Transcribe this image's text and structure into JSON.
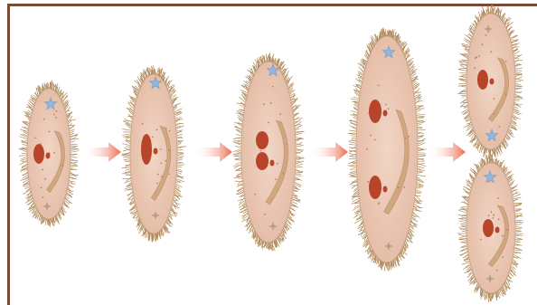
{
  "figure": {
    "subject": "binary-fission-sequence",
    "stages": [
      {
        "name": "stage-1",
        "nuclei": 1,
        "nucleus_state": "resting"
      },
      {
        "name": "stage-2",
        "nuclei": 1,
        "nucleus_state": "elongating"
      },
      {
        "name": "stage-3",
        "nuclei": 1,
        "nucleus_state": "dividing"
      },
      {
        "name": "stage-4",
        "nuclei": 2,
        "nucleus_state": "separated"
      },
      {
        "name": "stage-5",
        "daughter_cells": 2
      }
    ],
    "arrows": 4,
    "colors": {
      "cell_body": "#ebc7b4",
      "cilia": "#b08a5b",
      "macronucleus": "#b8452a",
      "oral_groove": "#cfa47a",
      "vacuole": "#8fb8e0",
      "arrow": "#ef6a4e",
      "frame": "#7b4a36"
    }
  }
}
